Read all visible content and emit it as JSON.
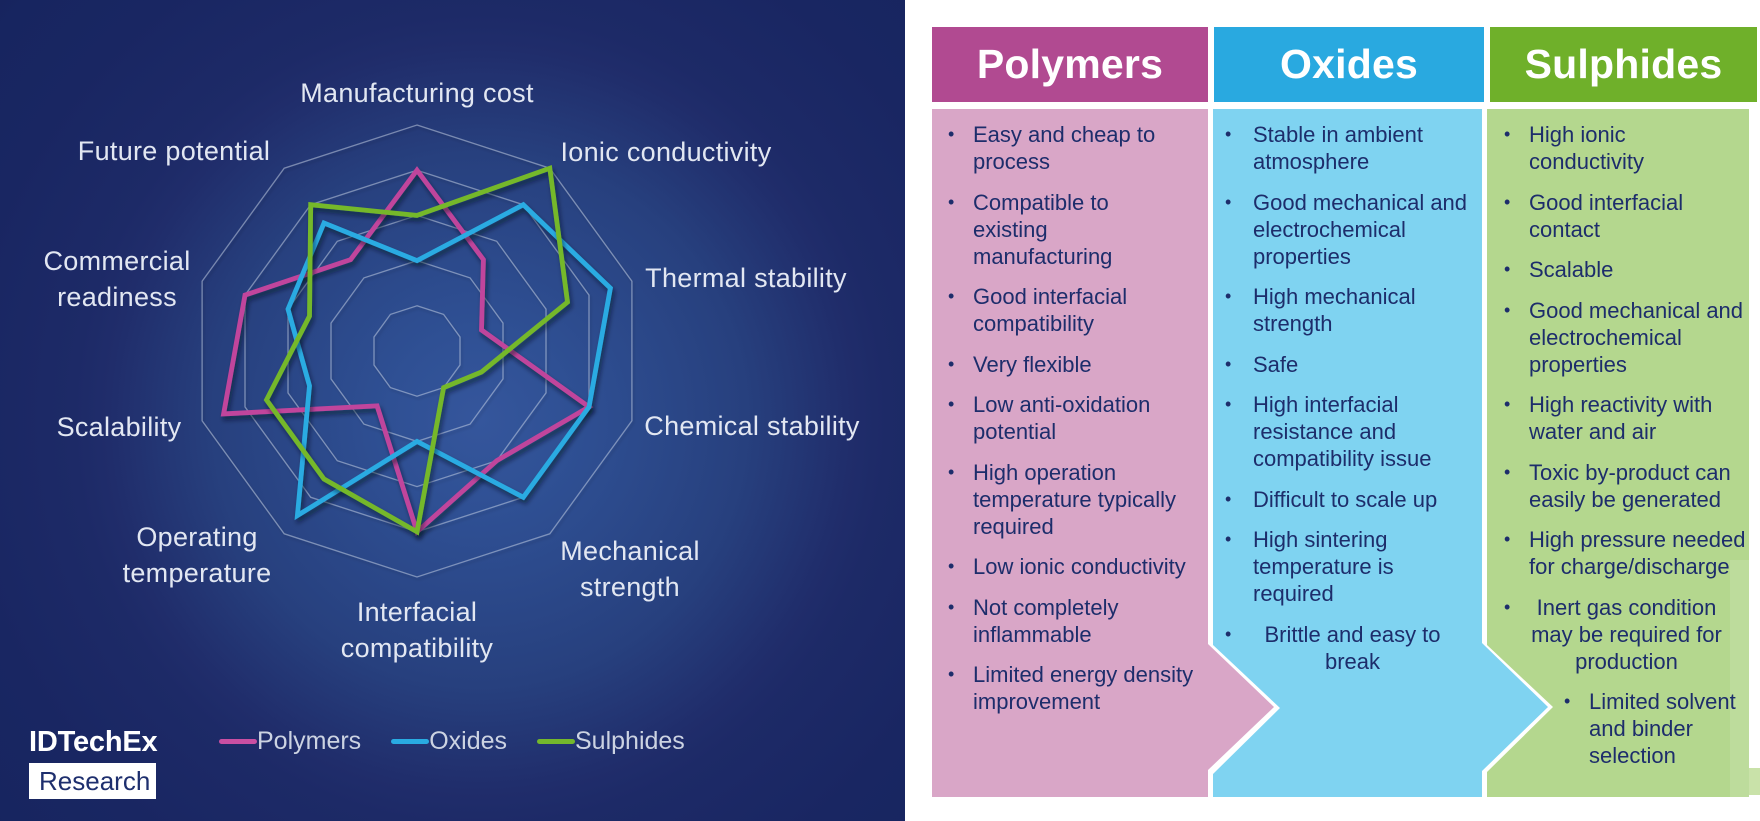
{
  "chart_data": {
    "type": "radar",
    "title": "",
    "axes": [
      "Manufacturing cost",
      "Ionic conductivity",
      "Thermal stability",
      "Chemical stability",
      "Mechanical strength",
      "Interfacial compatibility",
      "Operating temperature",
      "Scalability",
      "Commercial readiness",
      "Future potential"
    ],
    "axis_labels_display": [
      "Manufacturing cost",
      "Ionic conductivity",
      "Thermal stability",
      "Chemical stability",
      "Mechanical\nstrength",
      "Interfacial\ncompatibility",
      "Operating\ntemperature",
      "Scalability",
      "Commercial\nreadiness",
      "Future potential"
    ],
    "scale": {
      "min": 0,
      "max": 5,
      "rings": 5,
      "tick_labels_shown": false
    },
    "grid": {
      "shape": "decagon",
      "spokes": false,
      "ring_color": "#cdd7e8"
    },
    "legend_position": "bottom-left",
    "series": [
      {
        "name": "Polymers",
        "color": "#c0459c",
        "values": [
          4,
          2.5,
          1.5,
          4,
          3,
          4,
          1.5,
          4.5,
          4,
          2.5
        ]
      },
      {
        "name": "Oxides",
        "color": "#29abe2",
        "values": [
          2,
          4,
          4.5,
          4,
          4,
          2,
          4.5,
          2.5,
          3,
          3.5
        ]
      },
      {
        "name": "Sulphides",
        "color": "#74b82c",
        "values": [
          3,
          5,
          3.5,
          1.5,
          1,
          4,
          3.5,
          3.5,
          2.5,
          4
        ]
      }
    ]
  },
  "logo": {
    "brand": "IDTechEx",
    "sub": "Research"
  },
  "legend": [
    {
      "label": "Polymers",
      "color": "#c94fa2"
    },
    {
      "label": "Oxides",
      "color": "#29abe2"
    },
    {
      "label": "Sulphides",
      "color": "#74b82c"
    }
  ],
  "bullet_char": "•",
  "columns": [
    {
      "title": "Polymers",
      "header_color": "#b14a91",
      "body_color": "#d9a6c7",
      "items": [
        {
          "text": "Easy and cheap to\nprocess"
        },
        {
          "text": "Compatible to\nexisting\nmanufacturing"
        },
        {
          "text": "Good interfacial\ncompatibility"
        },
        {
          "text": "Very flexible"
        },
        {
          "text": "Low anti-oxidation\npotential"
        },
        {
          "text": "High operation\ntemperature typically\nrequired"
        },
        {
          "text": "Low ionic conductivity"
        },
        {
          "text": "Not completely\ninflammable"
        },
        {
          "text": "Limited energy density\nimprovement"
        }
      ]
    },
    {
      "title": "Oxides",
      "header_color": "#29a9e0",
      "body_color": "#7fd3f1",
      "items": [
        {
          "text": "Stable in ambient\natmosphere"
        },
        {
          "text": "Good mechanical and\nelectrochemical\nproperties"
        },
        {
          "text": "High mechanical\nstrength"
        },
        {
          "text": "Safe"
        },
        {
          "text": "High interfacial\nresistance and\ncompatibility issue"
        },
        {
          "text": "Difficult to scale up"
        },
        {
          "text": "High sintering\ntemperature is\nrequired"
        },
        {
          "text": "Brittle and easy to\nbreak",
          "align": "center"
        }
      ]
    },
    {
      "title": "Sulphides",
      "header_color": "#6fb02a",
      "body_color": "#b4d78e",
      "items": [
        {
          "text": "High ionic\nconductivity"
        },
        {
          "text": "Good interfacial\ncontact"
        },
        {
          "text": "Scalable"
        },
        {
          "text": "Good mechanical and\nelectrochemical\nproperties"
        },
        {
          "text": "High reactivity with\nwater and air"
        },
        {
          "text": "Toxic by-product can\neasily be generated"
        },
        {
          "text": "High pressure needed\nfor charge/discharge"
        },
        {
          "text": "Inert gas condition\nmay be required for\nproduction",
          "align": "center"
        },
        {
          "text": "Limited solvent\nand binder\nselection",
          "indent": 60
        }
      ]
    }
  ]
}
